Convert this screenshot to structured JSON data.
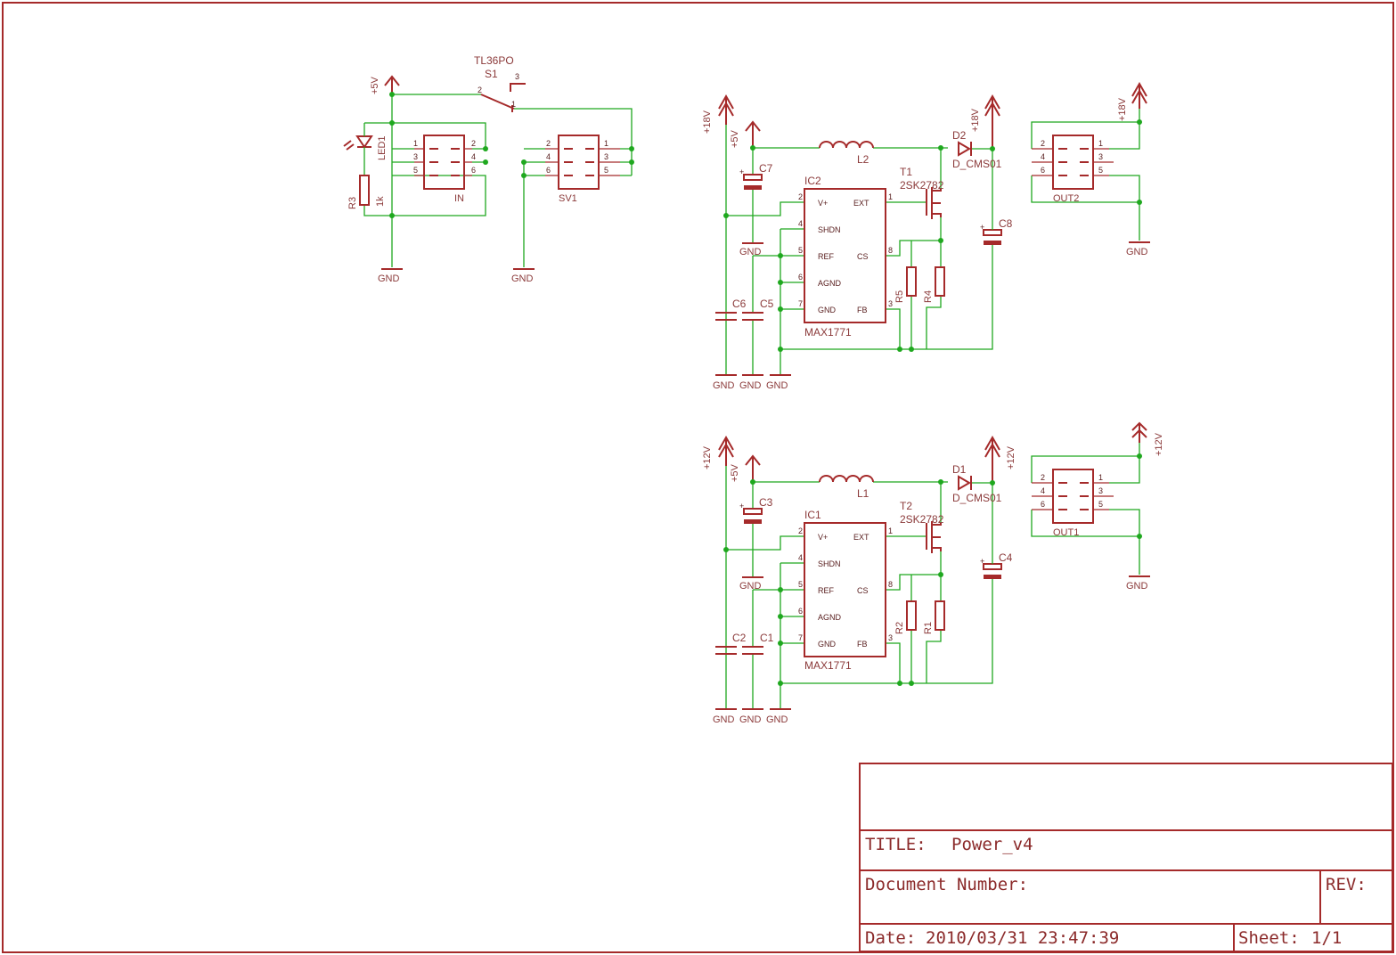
{
  "colors": {
    "part": "#a52a2a",
    "wire": "#1fa81f",
    "text": "#8b3a3a"
  },
  "power": {
    "v5": "+5V",
    "v18": "+18V",
    "v12": "+12V",
    "gnd": "GND"
  },
  "switch": {
    "name": "S1",
    "value": "TL36PO",
    "p1": "1",
    "p2": "2",
    "p3": "3"
  },
  "led": {
    "name": "LED1"
  },
  "r3": {
    "name": "R3",
    "value": "1k"
  },
  "con_in": {
    "name": "IN",
    "pins": [
      "1",
      "2",
      "3",
      "4",
      "5",
      "6"
    ]
  },
  "con_sv1": {
    "name": "SV1",
    "pins": [
      "2",
      "1",
      "4",
      "3",
      "6",
      "5"
    ]
  },
  "out2": {
    "name": "OUT2",
    "pins": [
      "2",
      "1",
      "4",
      "3",
      "6",
      "5"
    ]
  },
  "out1": {
    "name": "OUT1",
    "pins": [
      "2",
      "1",
      "4",
      "3",
      "6",
      "5"
    ]
  },
  "ic_pins": {
    "vplus": "V+",
    "shdn": "SHDN",
    "ref": "REF",
    "agnd": "AGND",
    "gnd": "GND",
    "ext": "EXT",
    "cs": "CS",
    "fb": "FB",
    "n2": "2",
    "n4": "4",
    "n5": "5",
    "n6": "6",
    "n7": "7",
    "n1": "1",
    "n8": "8",
    "n3": "3",
    "value": "MAX1771"
  },
  "circuit_top": {
    "ic": "IC2",
    "inductor": "L2",
    "diode": "D2",
    "diode_value": "D_CMS01",
    "fet": "T1",
    "fet_value": "2SK2782",
    "c_in": "C7",
    "c_out": "C8",
    "c_a": "C6",
    "c_b": "C5",
    "r_a": "R5",
    "r_b": "R4"
  },
  "circuit_bot": {
    "ic": "IC1",
    "inductor": "L1",
    "diode": "D1",
    "diode_value": "D_CMS01",
    "fet": "T2",
    "fet_value": "2SK2782",
    "c_in": "C3",
    "c_out": "C4",
    "c_a": "C2",
    "c_b": "C1",
    "r_a": "R2",
    "r_b": "R1"
  },
  "titleblock": {
    "title_label": "TITLE:",
    "title": "Power_v4",
    "docnum_label": "Document Number:",
    "rev_label": "REV:",
    "date_label": "Date:",
    "date": "2010/03/31 23:47:39",
    "sheet_label": "Sheet:",
    "sheet": "1/1"
  }
}
